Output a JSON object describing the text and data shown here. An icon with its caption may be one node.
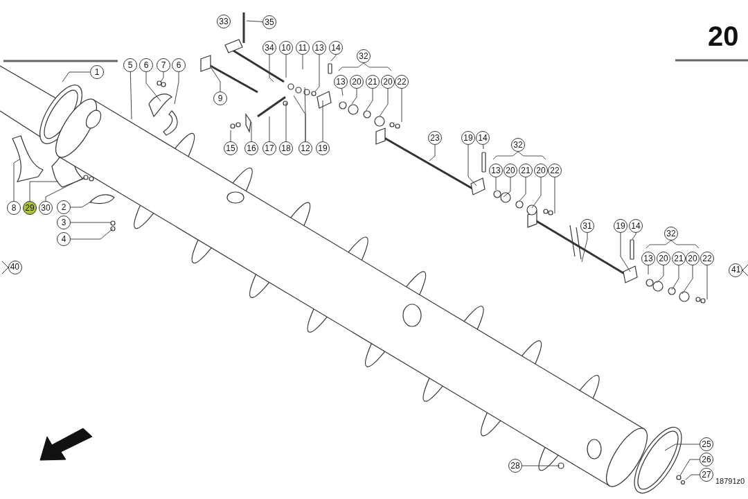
{
  "diagram": {
    "nodes": [
      {
        "text": [
          "33"
        ]
      },
      {
        "text": [
          "35"
        ]
      },
      {
        "text": [
          "34"
        ]
      },
      {
        "text": [
          "10"
        ]
      },
      {
        "text": [
          "11"
        ]
      },
      {
        "text": [
          "13"
        ]
      },
      {
        "text": [
          "14"
        ]
      },
      {
        "text": [
          "32"
        ]
      },
      {
        "text": [
          "1"
        ]
      },
      {
        "text": [
          "5"
        ]
      },
      {
        "text": [
          "6"
        ]
      },
      {
        "text": [
          "7"
        ]
      },
      {
        "text": [
          "6"
        ]
      },
      {
        "text": [
          "13"
        ]
      },
      {
        "text": [
          "20"
        ]
      },
      {
        "text": [
          "21"
        ]
      },
      {
        "text": [
          "20"
        ]
      },
      {
        "text": [
          "22"
        ]
      },
      {
        "text": [
          "9"
        ]
      },
      {
        "text": [
          "23"
        ]
      },
      {
        "text": [
          "19"
        ]
      },
      {
        "text": [
          "14"
        ]
      },
      {
        "text": [
          "32"
        ]
      },
      {
        "text": [
          "15"
        ]
      },
      {
        "text": [
          "16"
        ]
      },
      {
        "text": [
          "17"
        ]
      },
      {
        "text": [
          "18"
        ]
      },
      {
        "text": [
          "12"
        ]
      },
      {
        "text": [
          "19"
        ]
      },
      {
        "text": [
          "13"
        ]
      },
      {
        "text": [
          "20"
        ]
      },
      {
        "text": [
          "21"
        ]
      },
      {
        "text": [
          "20"
        ]
      },
      {
        "text": [
          "22"
        ]
      },
      {
        "text": [
          "8"
        ]
      },
      {
        "text": [
          "29"
        ]
      },
      {
        "text": [
          "30"
        ]
      },
      {
        "text": [
          "2"
        ]
      },
      {
        "text": [
          "3"
        ]
      },
      {
        "text": [
          "4"
        ]
      },
      {
        "text": [
          "31"
        ]
      },
      {
        "text": [
          "19"
        ]
      },
      {
        "text": [
          "14"
        ]
      },
      {
        "text": [
          "32"
        ]
      },
      {
        "text": [
          "13"
        ]
      },
      {
        "text": [
          "20"
        ]
      },
      {
        "text": [
          "21"
        ]
      },
      {
        "text": [
          "20"
        ]
      },
      {
        "text": [
          "22"
        ]
      },
      {
        "text": [
          "40"
        ]
      },
      {
        "text": [
          "41"
        ]
      },
      {
        "text": [
          "25"
        ]
      },
      {
        "text": [
          "26"
        ]
      },
      {
        "text": [
          "28"
        ]
      },
      {
        "text": [
          "27"
        ]
      }
    ],
    "edges": [
      {
        "from": 1,
        "to": null,
        "arrow": "none"
      },
      {
        "from": 2,
        "to": null,
        "arrow": "none"
      },
      {
        "from": 3,
        "to": null,
        "arrow": "none"
      },
      {
        "from": 4,
        "to": null,
        "arrow": "none"
      },
      {
        "from": 5,
        "to": null,
        "arrow": "none"
      },
      {
        "from": 6,
        "to": null,
        "arrow": "none"
      },
      {
        "from": 8,
        "to": null,
        "arrow": "none"
      },
      {
        "from": 9,
        "to": null,
        "arrow": "none"
      },
      {
        "from": 10,
        "to": null,
        "arrow": "none"
      },
      {
        "from": 11,
        "to": null,
        "arrow": "none"
      },
      {
        "from": 12,
        "to": null,
        "arrow": "none"
      },
      {
        "from": 13,
        "to": null,
        "arrow": "none"
      },
      {
        "from": 14,
        "to": null,
        "arrow": "none"
      },
      {
        "from": 15,
        "to": null,
        "arrow": "none"
      },
      {
        "from": 16,
        "to": null,
        "arrow": "none"
      },
      {
        "from": 17,
        "to": null,
        "arrow": "none"
      },
      {
        "from": 18,
        "to": null,
        "arrow": "none"
      },
      {
        "from": 19,
        "to": null,
        "arrow": "none"
      },
      {
        "from": 20,
        "to": null,
        "arrow": "none"
      },
      {
        "from": 21,
        "to": null,
        "arrow": "none"
      },
      {
        "from": 29,
        "to": null,
        "arrow": "none"
      },
      {
        "from": 30,
        "to": null,
        "arrow": "none"
      },
      {
        "from": 31,
        "to": null,
        "arrow": "none"
      },
      {
        "from": 32,
        "to": null,
        "arrow": "none"
      },
      {
        "from": 33,
        "to": null,
        "arrow": "none"
      },
      {
        "from": 23,
        "to": null,
        "arrow": "none"
      },
      {
        "from": 24,
        "to": null,
        "arrow": "none"
      },
      {
        "from": 25,
        "to": null,
        "arrow": "none"
      },
      {
        "from": 26,
        "to": null,
        "arrow": "none"
      },
      {
        "from": 27,
        "to": null,
        "arrow": "none"
      },
      {
        "from": 27,
        "to": null,
        "arrow": "none"
      },
      {
        "from": 28,
        "to": null,
        "arrow": "none"
      },
      {
        "from": 34,
        "to": null,
        "arrow": "none"
      },
      {
        "from": 35,
        "to": null,
        "arrow": "none"
      },
      {
        "from": 36,
        "to": null,
        "arrow": "none"
      },
      {
        "from": 37,
        "to": null,
        "arrow": "none"
      },
      {
        "from": 38,
        "to": null,
        "arrow": "none"
      },
      {
        "from": 39,
        "to": null,
        "arrow": "none"
      },
      {
        "from": 40,
        "to": null,
        "arrow": "none"
      },
      {
        "from": 41,
        "to": null,
        "arrow": "none"
      },
      {
        "from": 42,
        "to": null,
        "arrow": "none"
      },
      {
        "from": 44,
        "to": null,
        "arrow": "none"
      },
      {
        "from": 45,
        "to": null,
        "arrow": "none"
      },
      {
        "from": 46,
        "to": null,
        "arrow": "none"
      },
      {
        "from": 47,
        "to": null,
        "arrow": "none"
      },
      {
        "from": 48,
        "to": null,
        "arrow": "none"
      },
      {
        "from": 51,
        "to": null,
        "arrow": "none"
      },
      {
        "from": 52,
        "to": null,
        "arrow": "none"
      },
      {
        "from": 54,
        "to": null,
        "arrow": "none"
      },
      {
        "from": 53,
        "to": null,
        "arrow": "none"
      }
    ],
    "labels": [
      "20",
      "18791z0"
    ]
  }
}
